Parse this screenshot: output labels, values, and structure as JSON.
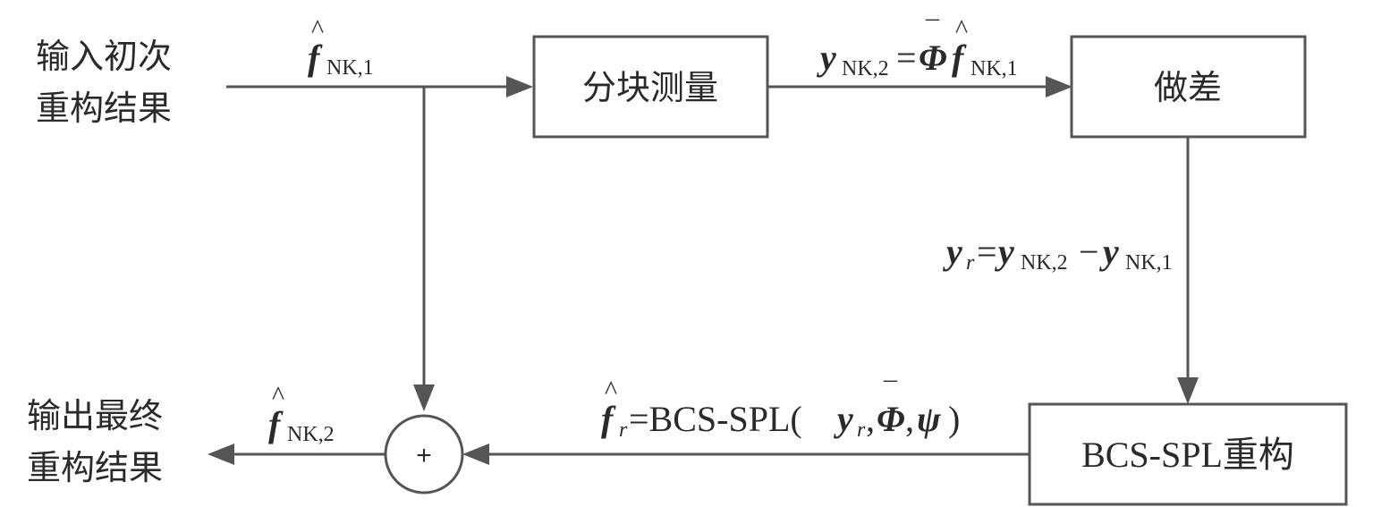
{
  "input_label": {
    "line1": "输入初次",
    "line2": "重构结果"
  },
  "output_label": {
    "line1": "输出最终",
    "line2": "重构结果"
  },
  "boxes": {
    "measure": "分块测量",
    "diff": "做差",
    "recon": "BCS-SPL重构"
  },
  "symbols": {
    "f": "f",
    "y": "y",
    "phi": "Φ",
    "psi": "ψ",
    "r": "r",
    "hat": "^",
    "bar": "¯"
  },
  "labels": {
    "nk1": "NK,1",
    "nk2": "NK,2",
    "equals": "=",
    "minus": "−",
    "bcs_func": "=BCS-SPL(",
    "comma": ",",
    "close_paren": ")"
  },
  "summing_sign": "+"
}
